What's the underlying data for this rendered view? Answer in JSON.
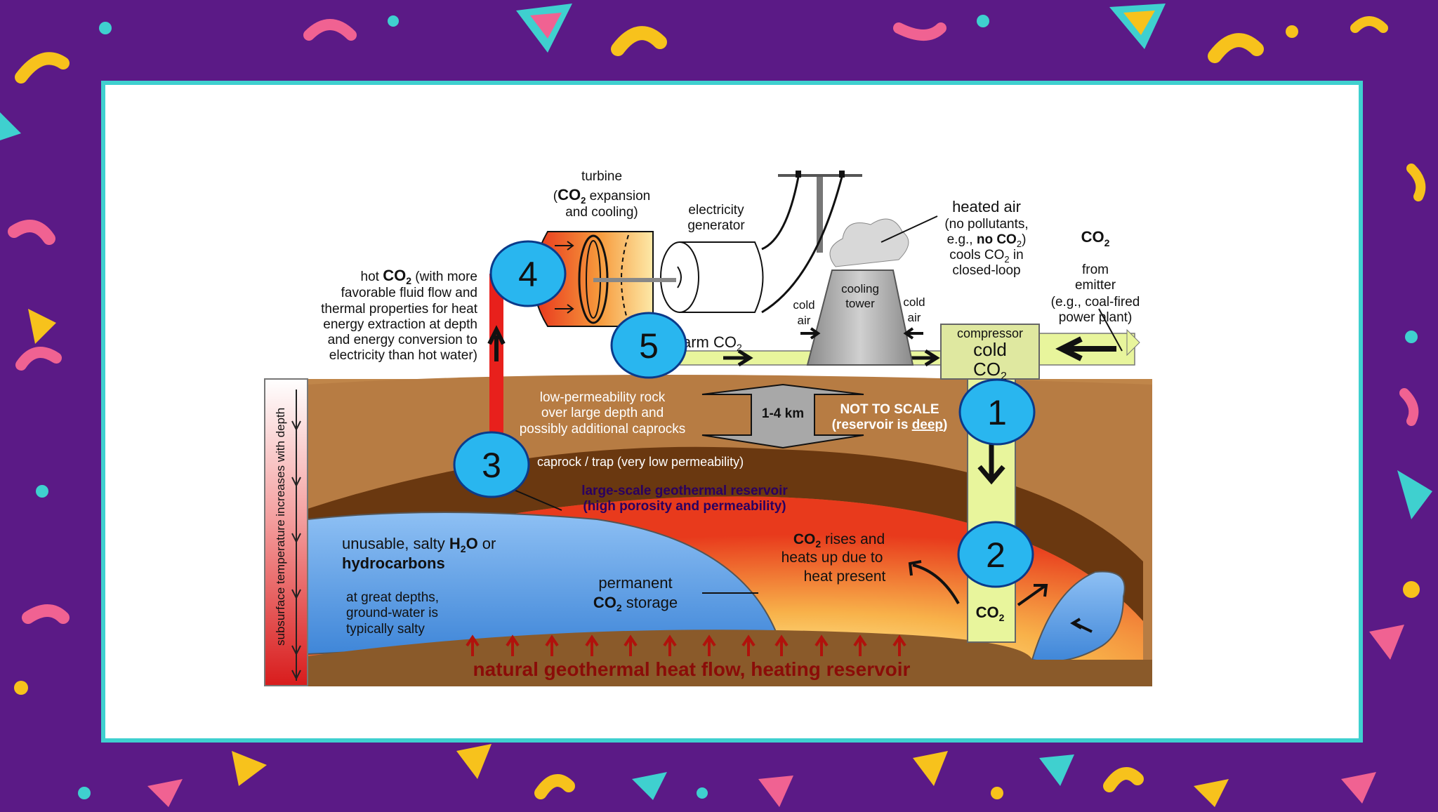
{
  "theme": {
    "background": "#5b1a86",
    "frame_border": "#3fd0cf",
    "panel": "#ffffff",
    "badge": "#29b6ef"
  },
  "labels": {
    "turbine_title": "turbine",
    "turbine_co2": "CO",
    "turbine_sub": "2",
    "turbine_desc1": " expansion",
    "turbine_desc2": "and cooling)",
    "generator1": "electricity",
    "generator2": "generator",
    "heated_air1": "heated air",
    "heated_air2": "(no pollutants,",
    "heated_air3a": "e.g., ",
    "heated_air3b": "no CO",
    "heated_air3c": ")",
    "heated_air4a": "cools CO",
    "heated_air4b": " in",
    "heated_air5": "closed-loop",
    "co2_from": "CO",
    "from": "from",
    "emitter": "emitter",
    "emitter_eg1": "(e.g., coal-fired",
    "emitter_eg2": "power plant)",
    "hot_co2a": "hot ",
    "hot_co2b": "CO",
    "hot_co2c": " (with more",
    "hot2": "favorable fluid flow and",
    "hot3": "thermal properties for heat",
    "hot4": "energy extraction at depth",
    "hot5": "and energy conversion to",
    "hot6": "electricity than hot water)",
    "cooling1": "cooling",
    "cooling2": "tower",
    "cold_air": "cold",
    "air": "air",
    "compressor": "compressor",
    "cold": "cold",
    "warm_co2": "arm CO",
    "lowperm1": "low-permeability rock",
    "lowperm2": "over large depth and",
    "lowperm3": "possibly additional caprocks",
    "depth": "1-4 km",
    "not_to_scale": "NOT TO SCALE",
    "reservoir_deep_a": "(reservoir is ",
    "reservoir_deep_b": "deep",
    "reservoir_deep_c": ")",
    "caprock": "caprock / trap (very low permeability)",
    "reservoir1": "large-scale geothermal reservoir",
    "reservoir2": "(high porosity and permeability)",
    "unusable_a": "unusable, salty ",
    "unusable_b": "H",
    "unusable_c": "O",
    "unusable_d": " or",
    "hydrocarbons": "hydrocarbons",
    "depths1": "at great depths,",
    "depths2": "ground-water is",
    "depths3": "typically salty",
    "permanent": "permanent",
    "storage": " storage",
    "rises1": " rises and",
    "rises2": "heats up due to",
    "rises3": "heat present",
    "heatflow": "natural geothermal heat flow, heating reservoir",
    "vertical": "subsurface temperature increases with depth",
    "sub2": "2"
  },
  "badges": [
    "1",
    "2",
    "3",
    "4",
    "5"
  ]
}
